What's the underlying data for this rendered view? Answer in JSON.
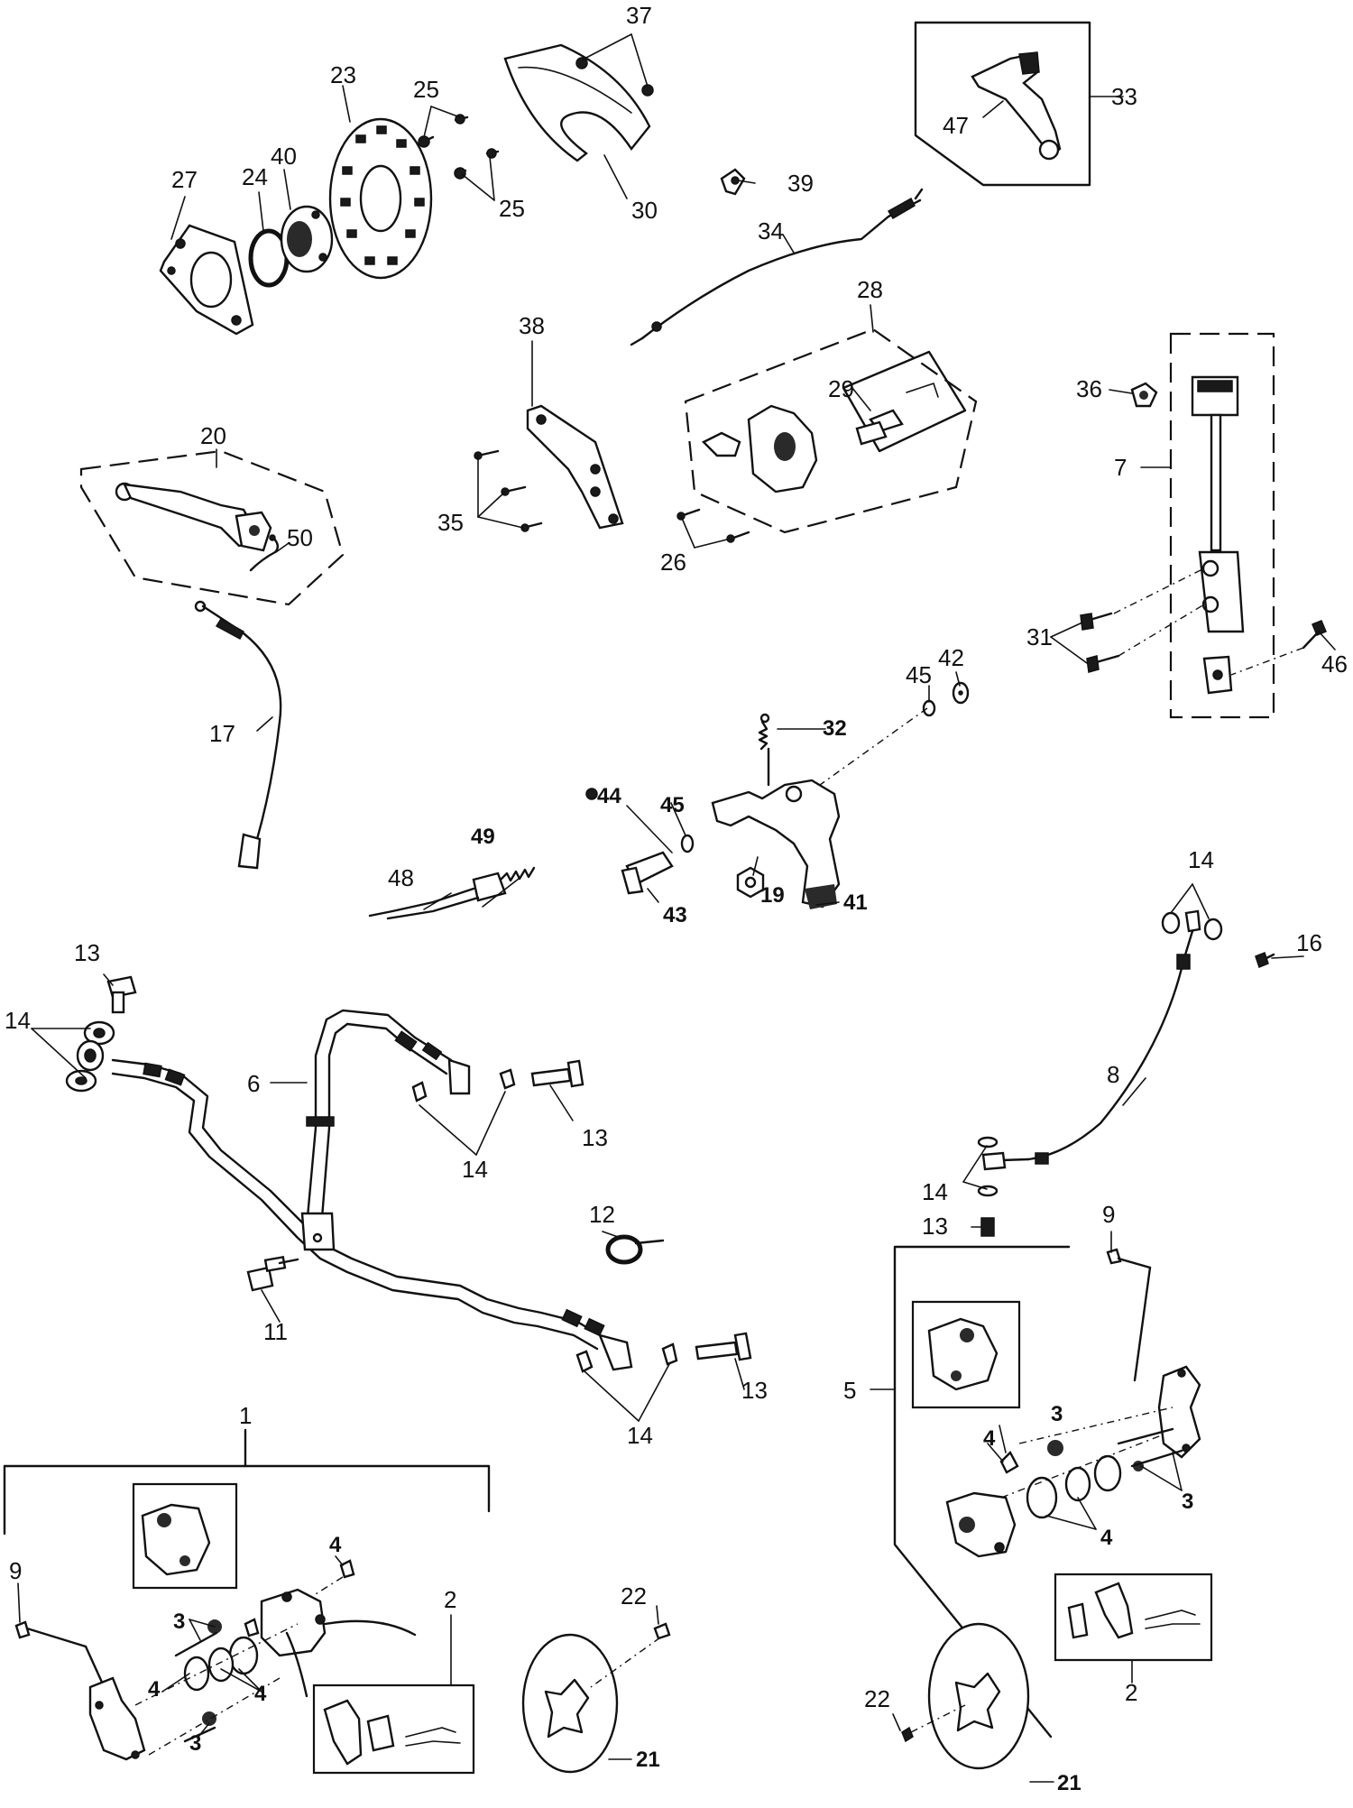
{
  "labels": [
    {
      "id": "l37",
      "text": "37"
    },
    {
      "id": "l33",
      "text": "33"
    },
    {
      "id": "l47",
      "text": "47"
    },
    {
      "id": "l23",
      "text": "23"
    },
    {
      "id": "l25a",
      "text": "25"
    },
    {
      "id": "l25b",
      "text": "25"
    },
    {
      "id": "l27",
      "text": "27"
    },
    {
      "id": "l24",
      "text": "24"
    },
    {
      "id": "l40",
      "text": "40"
    },
    {
      "id": "l30",
      "text": "30"
    },
    {
      "id": "l39",
      "text": "39"
    },
    {
      "id": "l34",
      "text": "34"
    },
    {
      "id": "l28",
      "text": "28"
    },
    {
      "id": "l38",
      "text": "38"
    },
    {
      "id": "l29",
      "text": "29"
    },
    {
      "id": "l36",
      "text": "36"
    },
    {
      "id": "l7",
      "text": "7"
    },
    {
      "id": "l20",
      "text": "20"
    },
    {
      "id": "l50",
      "text": "50"
    },
    {
      "id": "l35",
      "text": "35"
    },
    {
      "id": "l26",
      "text": "26"
    },
    {
      "id": "l31",
      "text": "31"
    },
    {
      "id": "l46",
      "text": "46"
    },
    {
      "id": "l42",
      "text": "42"
    },
    {
      "id": "l45a",
      "text": "45"
    },
    {
      "id": "l32",
      "text": "32"
    },
    {
      "id": "l17",
      "text": "17"
    },
    {
      "id": "l44",
      "text": "44"
    },
    {
      "id": "l45b",
      "text": "45"
    },
    {
      "id": "l49",
      "text": "49"
    },
    {
      "id": "l48",
      "text": "48"
    },
    {
      "id": "l43",
      "text": "43"
    },
    {
      "id": "l19",
      "text": "19"
    },
    {
      "id": "l41",
      "text": "41"
    },
    {
      "id": "l14a",
      "text": "14"
    },
    {
      "id": "l16",
      "text": "16"
    },
    {
      "id": "l13a",
      "text": "13"
    },
    {
      "id": "l14b",
      "text": "14"
    },
    {
      "id": "l6",
      "text": "6"
    },
    {
      "id": "l13b",
      "text": "13"
    },
    {
      "id": "l14c",
      "text": "14"
    },
    {
      "id": "l8",
      "text": "8"
    },
    {
      "id": "l12",
      "text": "12"
    },
    {
      "id": "l14d",
      "text": "14"
    },
    {
      "id": "l9a",
      "text": "9"
    },
    {
      "id": "l13c",
      "text": "13"
    },
    {
      "id": "l11",
      "text": "11"
    },
    {
      "id": "l5",
      "text": "5"
    },
    {
      "id": "l13d",
      "text": "13"
    },
    {
      "id": "l14e",
      "text": "14"
    },
    {
      "id": "l3a",
      "text": "3"
    },
    {
      "id": "l1",
      "text": "1"
    },
    {
      "id": "l4a",
      "text": "4"
    },
    {
      "id": "l3b",
      "text": "3"
    },
    {
      "id": "l4b",
      "text": "4"
    },
    {
      "id": "l9b",
      "text": "9"
    },
    {
      "id": "l3c",
      "text": "3"
    },
    {
      "id": "l22a",
      "text": "22"
    },
    {
      "id": "l2a",
      "text": "2"
    },
    {
      "id": "l4c",
      "text": "4"
    },
    {
      "id": "l4d",
      "text": "4"
    },
    {
      "id": "l3d",
      "text": "3"
    },
    {
      "id": "l21a",
      "text": "21"
    },
    {
      "id": "l2b",
      "text": "2"
    },
    {
      "id": "l22b",
      "text": "22"
    },
    {
      "id": "l21b",
      "text": "21"
    }
  ]
}
